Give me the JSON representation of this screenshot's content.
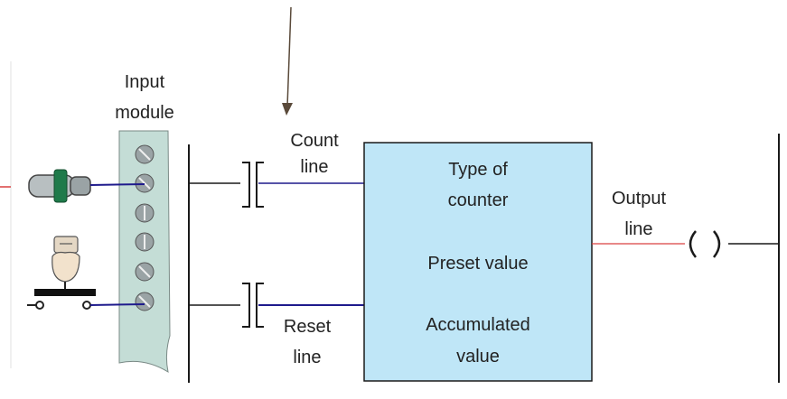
{
  "labels": {
    "input_module": [
      "Input",
      "module"
    ],
    "count_line": [
      "Count",
      "line"
    ],
    "reset_line": [
      "Reset",
      "line"
    ],
    "output_line": [
      "Output",
      "line"
    ],
    "box_type": [
      "Type of",
      "counter"
    ],
    "box_preset": "Preset value",
    "box_accumulated": [
      "Accumulated",
      "value"
    ]
  },
  "colors": {
    "box_fill": "#bfe6f7",
    "wire_blue": "#1e1a8c",
    "wire_output": "#d94040",
    "rung": "#1a1a1a",
    "module_fill": "#c4ddd6",
    "arrow": "#5a4a3a"
  },
  "icons": {
    "sensor": "proximity-sensor-icon",
    "pushbutton": "push-button-icon",
    "screw": "terminal-screw-icon"
  }
}
